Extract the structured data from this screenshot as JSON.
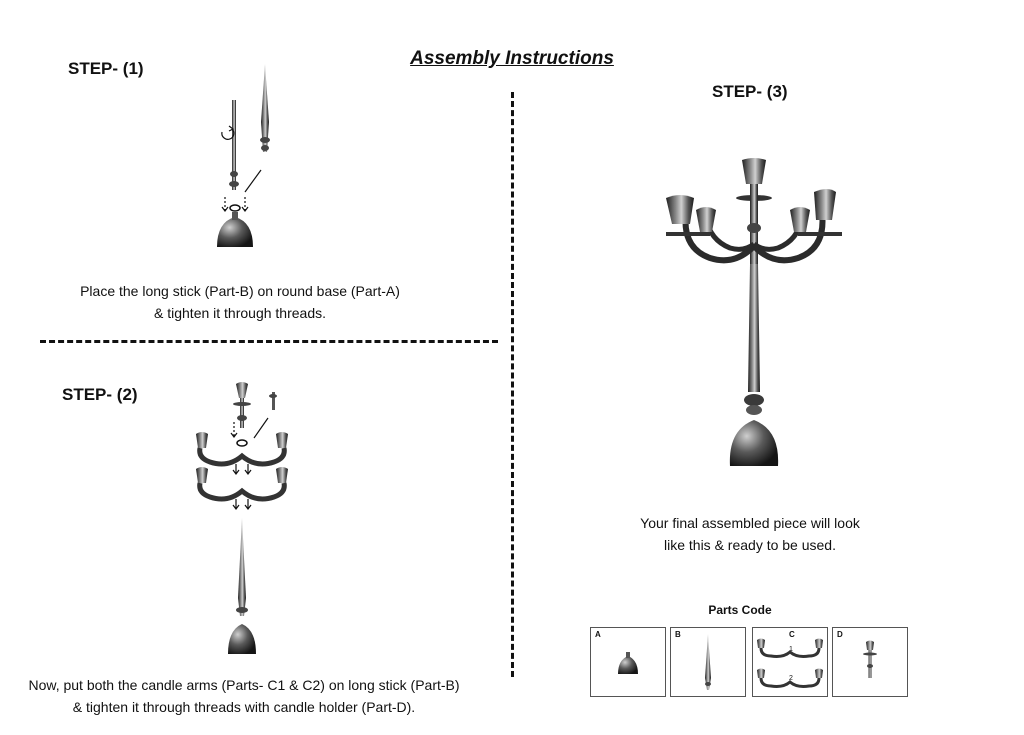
{
  "title": "Assembly Instructions",
  "step1": {
    "heading": "STEP- (1)",
    "line1": "Place the long stick (Part-B) on round base (Part-A)",
    "line2": "& tighten it through threads."
  },
  "step2": {
    "heading": "STEP- (2)",
    "line1": "Now, put both the candle arms (Parts- C1 & C2) on long stick (Part-B)",
    "line2": "& tighten it through threads with candle holder (Part-D)."
  },
  "step3": {
    "heading": "STEP- (3)",
    "line1": "Your final assembled piece will look",
    "line2": "like this & ready to be used."
  },
  "parts": {
    "heading": "Parts Code",
    "items": [
      {
        "code": "A",
        "icon": "round-base-icon"
      },
      {
        "code": "B",
        "icon": "long-stick-icon"
      },
      {
        "code": "C",
        "icon": "candle-arms-icon",
        "sub_labels": [
          "1",
          "2"
        ]
      },
      {
        "code": "D",
        "icon": "candle-holder-icon"
      }
    ]
  },
  "colors": {
    "metal_dark": "#2b2b2b",
    "metal_mid": "#6a6a6a",
    "metal_light": "#bdbdbd"
  }
}
